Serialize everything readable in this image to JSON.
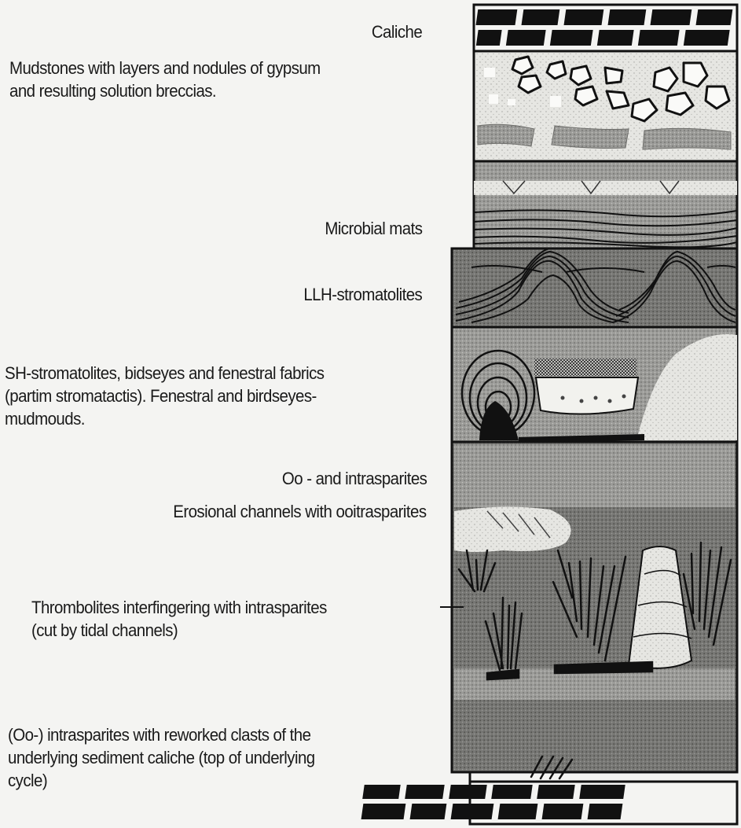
{
  "labels": {
    "caliche_top": "Caliche",
    "mudstones": [
      "Mudstones with layers and nodules of gypsum",
      "and resulting solution breccias."
    ],
    "microbial_mats": "Microbial mats",
    "llh_stromatolites": "LLH-stromatolites",
    "sh_stromatolites": [
      "SH-stromatolites, bidseyes and fenestral fabrics",
      "(partim stromatactis). Fenestral and birdseyes-",
      "mudmouds."
    ],
    "oo_intrasparites": "Oo - and intrasparites",
    "erosional_channels": "Erosional channels with ooitrasparites",
    "thrombolites": [
      "Thrombolites interfingering with intrasparites",
      "(cut by tidal channels)"
    ],
    "oo_intrasparites_reworked": [
      "(Oo-) intrasparites with reworked clasts of the",
      "underlying sediment caliche (top of underlying",
      "cycle)"
    ]
  },
  "colors": {
    "ink": "#111111",
    "background": "#f4f4f2",
    "light_stipple": "#d9d9d6",
    "medium_gray": "#a9a9a6",
    "dark_gray": "#7c7c79"
  }
}
